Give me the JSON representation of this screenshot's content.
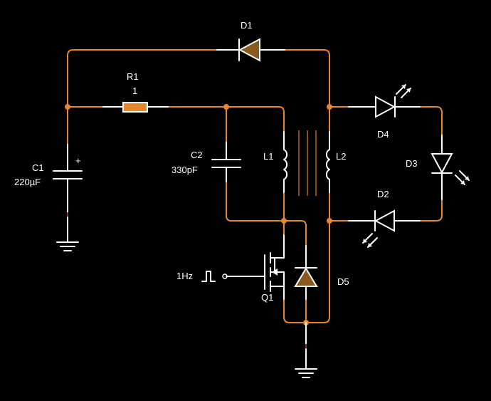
{
  "colors": {
    "background": "#000000",
    "wire": "#e8862a",
    "component": "#ffffff",
    "resistor_body": "#e8862a",
    "diode_fill": "#8b5a1e",
    "lead": "#8a2a2a",
    "core": "#8a4a2a"
  },
  "components": {
    "d1": {
      "ref": "D1"
    },
    "r1": {
      "ref": "R1",
      "value": "1"
    },
    "c1": {
      "ref": "C1",
      "value": "220µF",
      "polarity": "+"
    },
    "c2": {
      "ref": "C2",
      "value": "330pF"
    },
    "l1": {
      "ref": "L1"
    },
    "l2": {
      "ref": "L2"
    },
    "d4": {
      "ref": "D4"
    },
    "d3": {
      "ref": "D3"
    },
    "d2": {
      "ref": "D2"
    },
    "d5": {
      "ref": "D5"
    },
    "q1": {
      "ref": "Q1"
    },
    "source": {
      "label": "1Hz",
      "icon": "square-wave-icon"
    }
  },
  "icons": [
    "led-arrows-icon",
    "ground-icon",
    "square-wave-icon"
  ]
}
